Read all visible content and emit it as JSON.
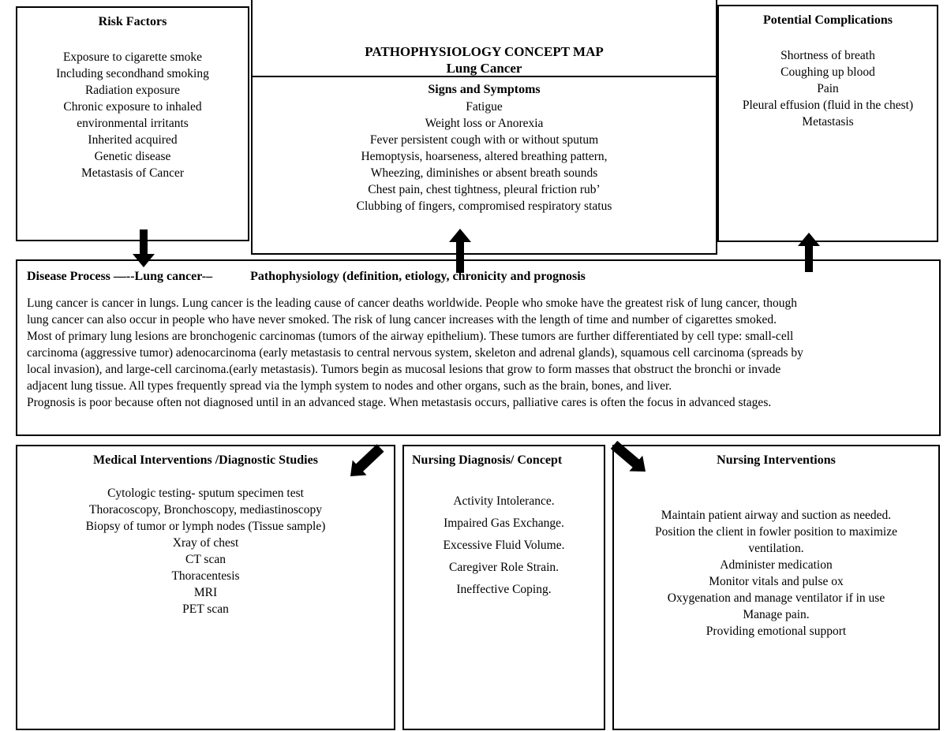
{
  "map_title": {
    "line1": "PATHOPHYSIOLOGY CONCEPT MAP",
    "line2": "Lung Cancer"
  },
  "risk_factors": {
    "title": "Risk Factors",
    "items": [
      "Exposure to cigarette smoke",
      "Including secondhand smoking",
      "Radiation exposure",
      "Chronic exposure to inhaled",
      "environmental irritants",
      "Inherited acquired",
      "Genetic disease",
      "Metastasis of Cancer"
    ]
  },
  "signs_symptoms": {
    "title": "Signs and Symptoms",
    "items": [
      "Fatigue",
      "Weight loss or Anorexia",
      "Fever persistent cough with or without sputum",
      "Hemoptysis, hoarseness, altered breathing pattern,",
      "Wheezing, diminishes or absent breath sounds",
      "Chest pain, chest tightness, pleural friction rub’",
      "Clubbing of fingers, compromised respiratory status"
    ]
  },
  "potential_complications": {
    "title": "Potential Complications",
    "items": [
      "Shortness of breath",
      "Coughing up blood",
      "Pain",
      "Pleural effusion (fluid in the chest)",
      "Metastasis"
    ]
  },
  "disease_process": {
    "title_left": "Disease Process —--Lung cancer-–",
    "title_right": "Pathophysiology (definition, etiology, chronicity and prognosis",
    "paragraph_lines": [
      "Lung cancer is cancer in lungs. Lung cancer is the leading cause of cancer deaths worldwide. People who smoke have the greatest risk of lung cancer, though",
      "lung cancer can also occur in people who have never smoked. The risk of lung cancer increases with the length of time and number of cigarettes smoked.",
      "Most of primary lung lesions are bronchogenic carcinomas (tumors of the airway epithelium). These tumors are further differentiated by cell type: small-cell",
      "carcinoma (aggressive tumor) adenocarcinoma (early metastasis to central nervous system, skeleton and adrenal glands), squamous cell carcinoma (spreads by",
      "local invasion), and large-cell carcinoma.(early metastasis). Tumors begin as mucosal lesions that grow to form masses that obstruct the bronchi or invade",
      "adjacent lung tissue. All types frequently spread via the lymph system to nodes and other organs, such as the brain, bones, and liver.",
      "Prognosis is poor because often not diagnosed until in an advanced stage. When metastasis occurs, palliative cares is often the focus in advanced stages."
    ]
  },
  "medical_interventions": {
    "title": "Medical Interventions /Diagnostic Studies",
    "items": [
      "Cytologic testing- sputum specimen test",
      "Thoracoscopy, Bronchoscopy, mediastinoscopy",
      "Biopsy of tumor or lymph nodes (Tissue sample)",
      "Xray of chest",
      "CT scan",
      "Thoracentesis",
      "MRI",
      "PET scan"
    ]
  },
  "nursing_diagnosis": {
    "title": "Nursing Diagnosis/ Concept",
    "items": [
      "Activity Intolerance.",
      "Impaired Gas Exchange.",
      "Excessive Fluid Volume.",
      "Caregiver Role Strain.",
      "Ineffective Coping."
    ]
  },
  "nursing_interventions": {
    "title": "Nursing Interventions",
    "items": [
      "Maintain patient airway and suction as needed.",
      "Position the client in fowler position to maximize",
      "ventilation.",
      "Administer medication",
      "Monitor vitals and pulse ox",
      "Oxygenation and manage ventilator if in use",
      "Manage pain.",
      "Providing emotional support"
    ]
  },
  "arrows": [
    {
      "name": "risk-to-disease-arrow",
      "direction": "down"
    },
    {
      "name": "disease-to-signs-arrow",
      "direction": "up"
    },
    {
      "name": "disease-to-complications-arrow",
      "direction": "up"
    },
    {
      "name": "into-medical-interventions-arrow",
      "direction": "down-left"
    },
    {
      "name": "into-nursing-interventions-arrow",
      "direction": "down-right"
    }
  ],
  "colors": {
    "border": "#000000",
    "arrow": "#000000",
    "background": "#ffffff",
    "text": "#000000"
  }
}
